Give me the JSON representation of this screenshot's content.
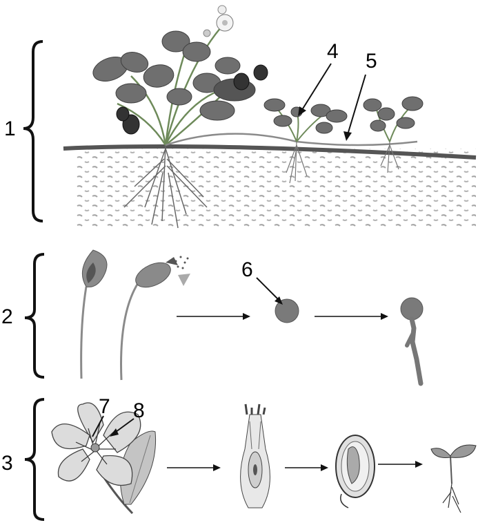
{
  "rows": [
    {
      "label": "1"
    },
    {
      "label": "2"
    },
    {
      "label": "3"
    }
  ],
  "callouts": [
    {
      "label": "4"
    },
    {
      "label": "5"
    },
    {
      "label": "6"
    },
    {
      "label": "7"
    },
    {
      "label": "8"
    }
  ]
}
